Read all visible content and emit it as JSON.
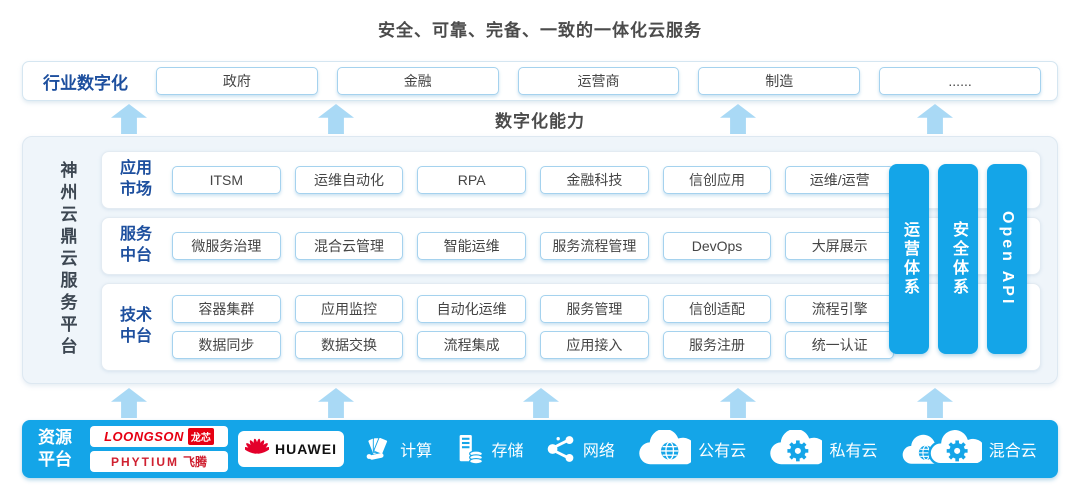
{
  "title": "安全、可靠、完备、一致的一体化云服务",
  "industry": {
    "label": "行业数字化",
    "items": [
      "政府",
      "金融",
      "运营商",
      "制造",
      "......"
    ]
  },
  "digital_capability": "数字化能力",
  "platform": {
    "name": "神州云鼎云服务平台",
    "sections": [
      {
        "label": "应用市场",
        "rows": [
          [
            "ITSM",
            "运维自动化",
            "RPA",
            "金融科技",
            "信创应用",
            "运维/运营"
          ]
        ]
      },
      {
        "label": "服务中台",
        "rows": [
          [
            "微服务治理",
            "混合云管理",
            "智能运维",
            "服务流程管理",
            "DevOps",
            "大屏展示"
          ]
        ]
      },
      {
        "label": "技术中台",
        "rows": [
          [
            "容器集群",
            "应用监控",
            "自动化运维",
            "服务管理",
            "信创适配",
            "流程引擎"
          ],
          [
            "数据同步",
            "数据交换",
            "流程集成",
            "应用接入",
            "服务注册",
            "统一认证"
          ]
        ]
      }
    ],
    "pillars": [
      "运营体系",
      "安全体系",
      "Open API"
    ]
  },
  "resources": {
    "label": "资源平台",
    "vendors": {
      "loongson": {
        "name": "LOONGSON",
        "tag": "龙芯"
      },
      "phytium": {
        "name": "PHYTIUM",
        "tag": "飞腾"
      },
      "huawei": "HUAWEI"
    },
    "items": [
      {
        "icon": "compute-icon",
        "label": "计算"
      },
      {
        "icon": "storage-icon",
        "label": "存储"
      },
      {
        "icon": "network-icon",
        "label": "网络"
      },
      {
        "icon": "public-cloud-icon",
        "label": "公有云"
      },
      {
        "icon": "private-cloud-icon",
        "label": "私有云"
      },
      {
        "icon": "hybrid-cloud-icon",
        "label": "混合云"
      }
    ]
  },
  "colors": {
    "accent_blue": "#14a5e8",
    "arrow_blue": "#a9d9f5",
    "label_blue": "#1d4f9e",
    "chip_border": "#a5d2ee",
    "vendor_red": "#e60012"
  }
}
